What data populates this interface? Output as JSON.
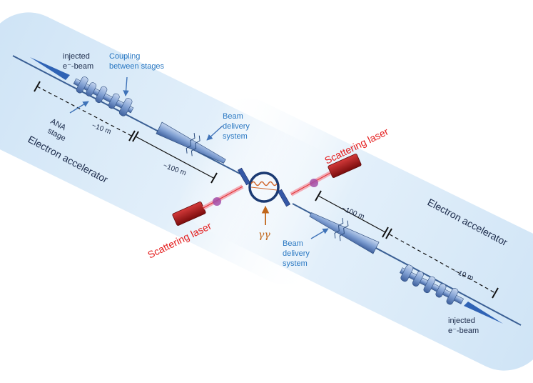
{
  "labels": {
    "injected_left_1": "injected",
    "injected_left_2": "e⁻-beam",
    "coupling_1": "Coupling",
    "coupling_2": "between stages",
    "ana_1": "ANA",
    "ana_2": "stage",
    "dist_10m_left": "~10 m",
    "dist_100m_left": "~100 m",
    "bds_left_1": "Beam",
    "bds_left_2": "delivery",
    "bds_left_3": "system",
    "electron_acc_left": "Electron accelerator",
    "scatter_left": "Scattering laser",
    "gamma_gamma": "γγ",
    "scatter_right": "Scattering laser",
    "dist_100m_right": "~100 m",
    "electron_acc_right": "Electron accelerator",
    "bds_right_1": "Beam",
    "bds_right_2": "delivery",
    "bds_right_3": "system",
    "dist_10m_right": "~10 m",
    "injected_right_1": "injected",
    "injected_right_2": "e⁻-beam"
  },
  "colors": {
    "band": "#d8ebf9",
    "beamline": "#3a5f94",
    "component": "#7f9fd2",
    "laser_body": "#a81616",
    "laser_beam": "#f2a4b0",
    "text_blue": "#2a78c2",
    "text_red": "#e41b1b",
    "gamma": "#c0661a"
  }
}
